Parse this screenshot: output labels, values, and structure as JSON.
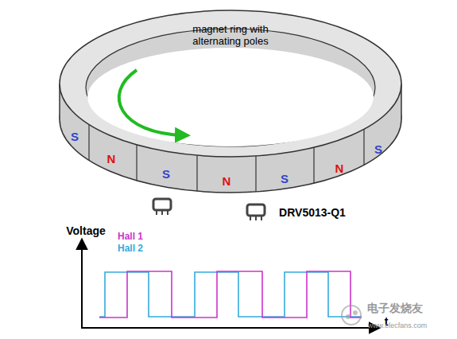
{
  "diagram": {
    "labels": [
      "magnet ring with alternating poles",
      "S",
      "N",
      "S",
      "N",
      "S",
      "N",
      "S",
      "DRV5013-Q1",
      "Voltage",
      "t",
      "电子发烧友",
      "www.elecfans.com"
    ],
    "legend": [
      {
        "text": "Hall 1",
        "color": "#cc33cc"
      },
      {
        "text": "Hall 2",
        "color": "#33aadd"
      }
    ]
  }
}
